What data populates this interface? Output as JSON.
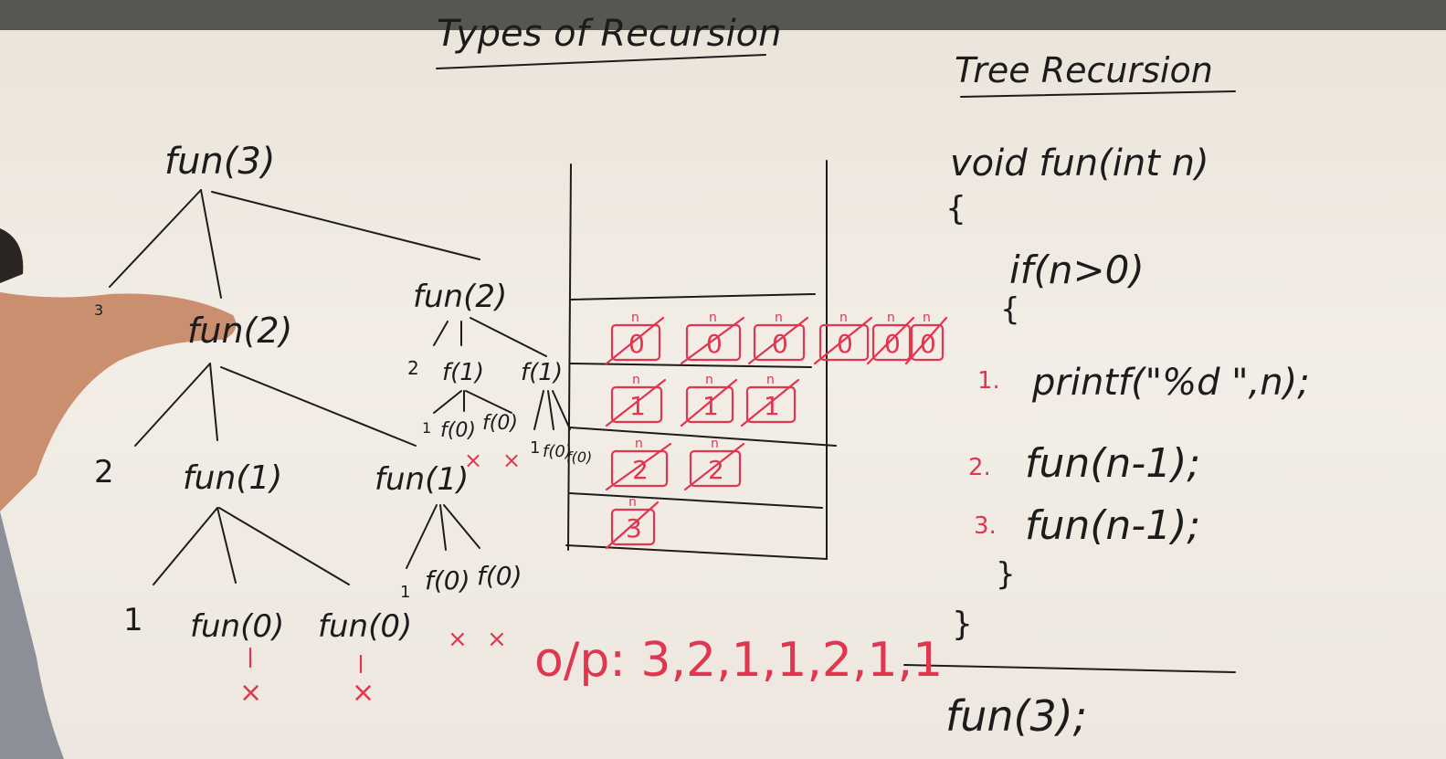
{
  "header": {
    "title": "Types of Recursion"
  },
  "code": {
    "title": "Tree Recursion",
    "signature": "void fun(int n)",
    "open_brace": "{",
    "condition": "if(n>0)",
    "inner_open": "{",
    "line1_num": "1.",
    "line1": "printf(\"%d \",n);",
    "line2_num": "2.",
    "line2": "fun(n-1);",
    "line3_num": "3.",
    "line3": "fun(n-1);",
    "inner_close": "}",
    "close_brace": "}",
    "call": "fun(3);"
  },
  "tree": {
    "root": "fun(3)",
    "l1_print": "3",
    "l1_left": "fun(2)",
    "l1_right": "fun(2)",
    "l2_print": "2",
    "l2_left": "fun(1)",
    "l2_right": "fun(1)",
    "l3_print": "1",
    "l3_left": "fun(0)",
    "l3_right": "fun(0)",
    "r2_print": "2",
    "r2_left": "f(1)",
    "r2_right": "f(1)",
    "r3a_print": "1",
    "r3a_left": "f(0)",
    "r3a_right": "f(0)",
    "r3b_print": "1",
    "r3b_left": "f(0)",
    "r3b_right": "f(0)",
    "r4_print": "1",
    "r4_left": "f(0)",
    "r4_right": "f(0)",
    "cross": "×"
  },
  "stack": {
    "var_label": "n",
    "row0": [
      "0",
      "0",
      "0",
      "0",
      "0",
      "0"
    ],
    "row1": [
      "1",
      "1",
      "1"
    ],
    "row2": [
      "2",
      "2"
    ],
    "row3": [
      "3"
    ]
  },
  "output": {
    "text": "o/p: 3,2,1,1,2,1,1"
  },
  "colors": {
    "ink": "#1c1c1c",
    "marker_red": "#e0364f",
    "board": "#ece6de",
    "top_bar": "#585652"
  }
}
